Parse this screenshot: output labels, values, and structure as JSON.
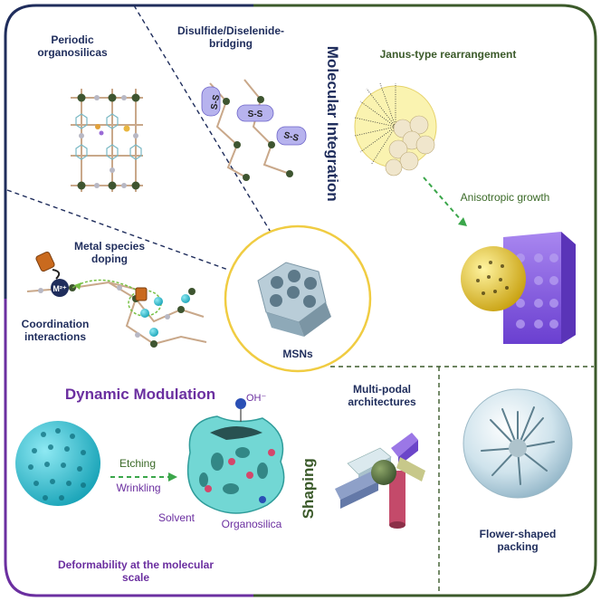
{
  "center": {
    "label": "MSNs"
  },
  "quadrants": {
    "molecular_integration": {
      "title": "Molecular Integration",
      "items": {
        "periodic": "Periodic organosilicas",
        "bridging": "Disulfide/Diselenide-bridging",
        "metal": "Metal species doping",
        "coordination": "Coordination interactions",
        "metal_ion": "M²⁺",
        "ss_group": "S-S"
      }
    },
    "janus": {
      "title": "Janus-type rearrangement",
      "growth": "Anisotropic growth"
    },
    "dynamic_modulation": {
      "title": "Dynamic Modulation",
      "etching": "Etching",
      "wrinkling": "Wrinkling",
      "solvent": "Solvent",
      "organosilica": "Organosilica",
      "hydroxide": "OH⁻",
      "footer": "Deformability at the molecular scale"
    },
    "shaping": {
      "title": "Shaping",
      "multipodal": "Multi-podal architectures",
      "flower": "Flower-shaped packing"
    }
  },
  "colors": {
    "navy": "#1f2d5c",
    "green": "#3b5a2a",
    "purple": "#6b2fa0",
    "yellow": "#f2d35a",
    "cyan": "#2fc3d6",
    "violet": "#8a5ce0"
  }
}
